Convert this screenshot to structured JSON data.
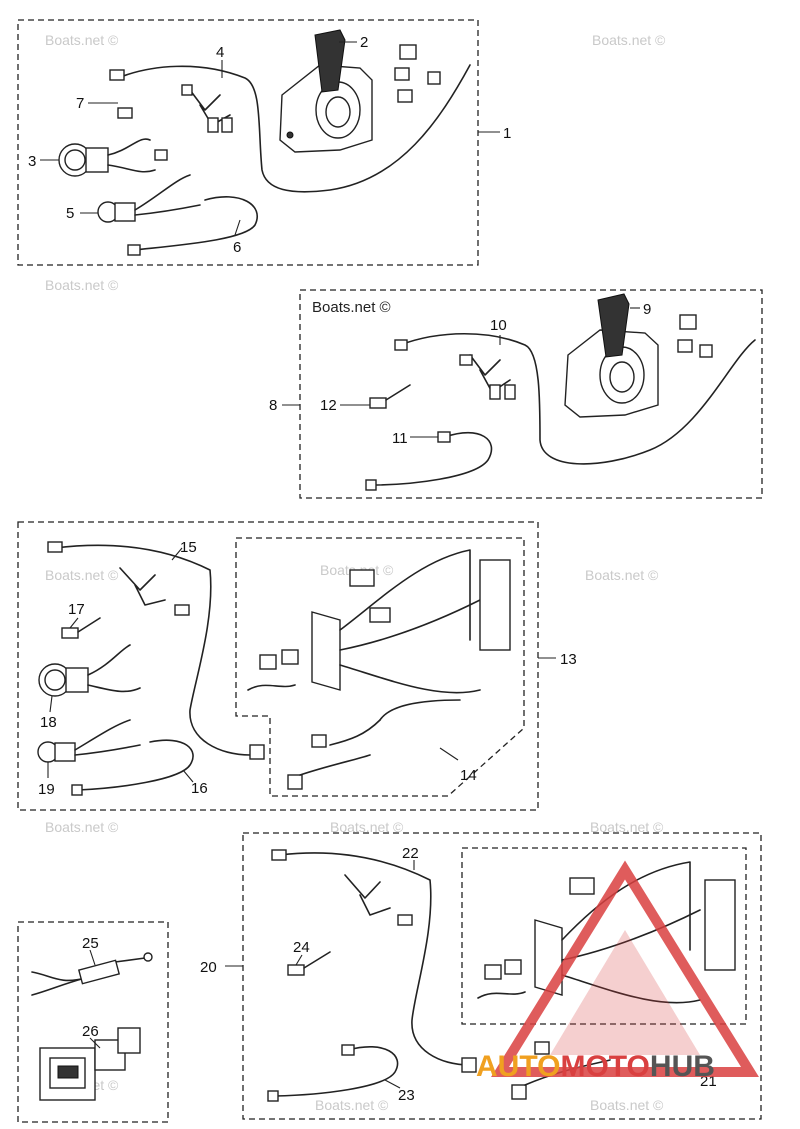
{
  "watermark_text": "Boats.net ©",
  "watermark_header": "Boats.net ©",
  "logo": {
    "part1": "AUTO",
    "part2": "MOTO",
    "part3": "HUB",
    "color_red": "#d94040",
    "color_orange": "#f0a020",
    "color_grey": "#555555"
  },
  "callouts": [
    "1",
    "2",
    "3",
    "4",
    "5",
    "6",
    "7",
    "8",
    "9",
    "10",
    "11",
    "12",
    "13",
    "14",
    "15",
    "16",
    "17",
    "18",
    "19",
    "20",
    "21",
    "22",
    "23",
    "24",
    "25",
    "26"
  ]
}
